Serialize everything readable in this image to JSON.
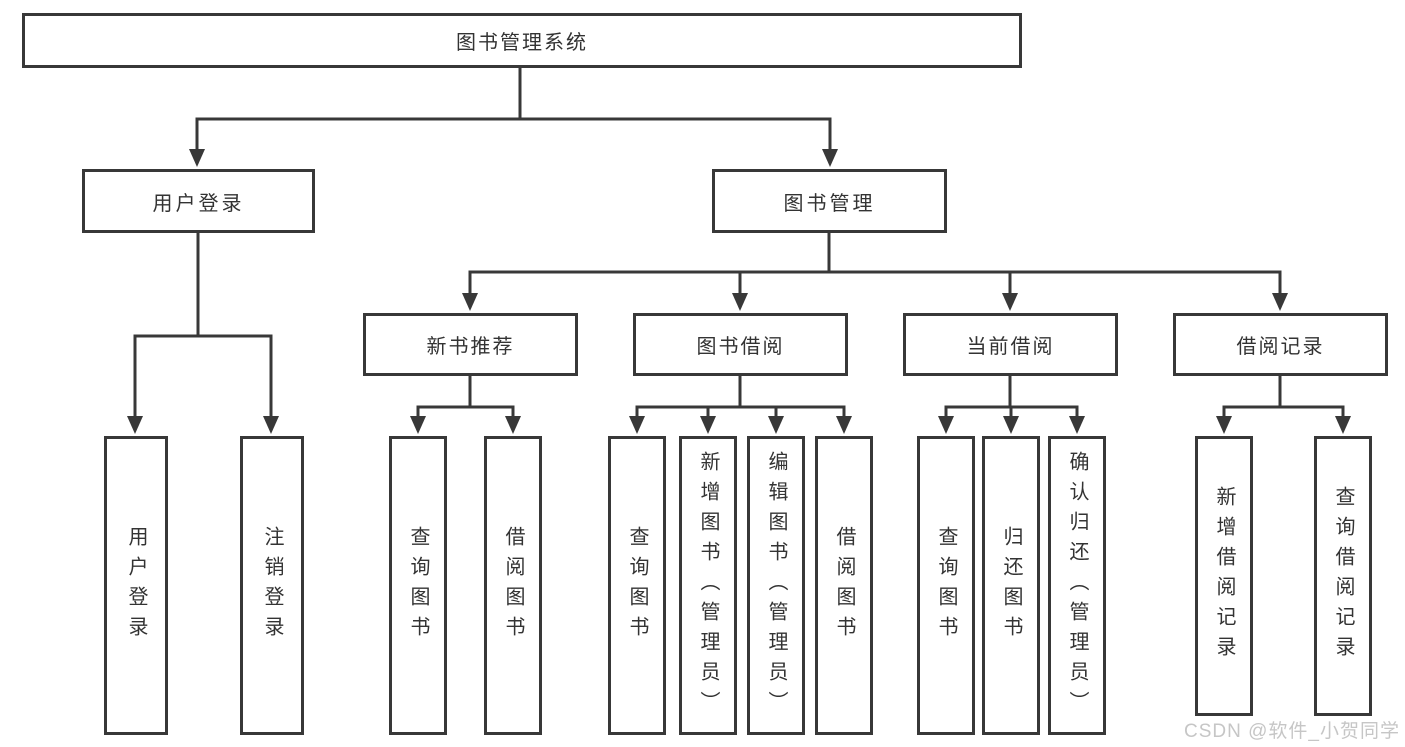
{
  "diagram": {
    "root": "图书管理系统",
    "level1": {
      "user": "用户登录",
      "book": "图书管理"
    },
    "modules": {
      "newbook": "新书推荐",
      "borrow": "图书借阅",
      "current": "当前借阅",
      "record": "借阅记录"
    },
    "leaves": {
      "user": [
        "用户登录",
        "注销登录"
      ],
      "newbook": [
        "查询图书",
        "借阅图书"
      ],
      "borrow": [
        "查询图书",
        "新增图书（管理员）",
        "编辑图书（管理员）",
        "借阅图书"
      ],
      "current": [
        "查询图书",
        "归还图书",
        "确认归还（管理员）"
      ],
      "record": [
        "新增借阅记录",
        "查询借阅记录"
      ]
    }
  },
  "watermark": "CSDN @软件_小贺同学",
  "colors": {
    "line": "#383838",
    "text": "#333333",
    "background": "#ffffff",
    "watermark": "#c3c3c3"
  }
}
